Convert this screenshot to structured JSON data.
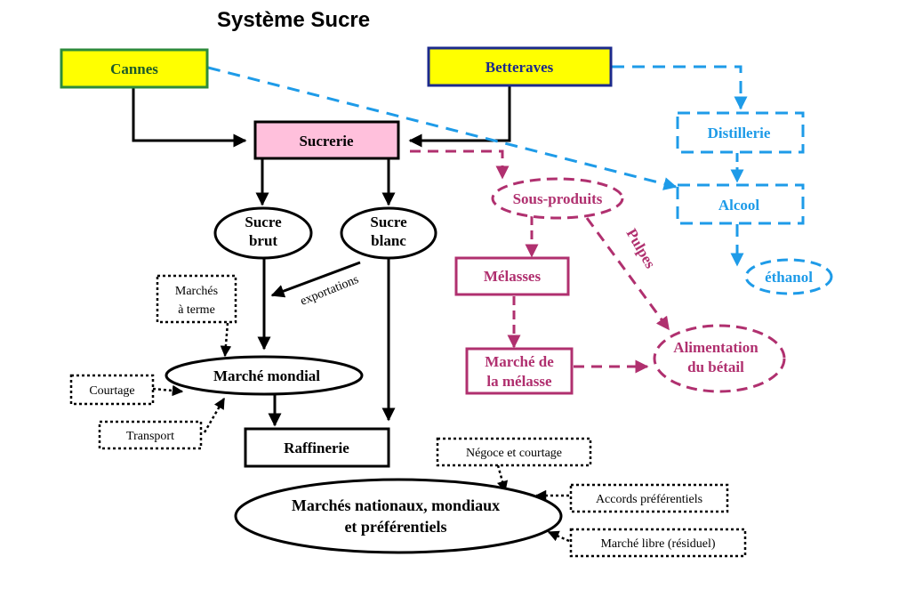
{
  "title": "Système Sucre",
  "colors": {
    "black": "#000000",
    "magenta": "#b0306f",
    "blue": "#1e9be8",
    "box_yellow": "#ffff00",
    "sucrerie_fill": "#ffc0dc",
    "cannes_border": "#2e8b3a",
    "betteraves_border": "#1c2a8c",
    "betteraves_text": "#1c2a8c",
    "cannes_text": "#1c5a2a"
  },
  "nodes": {
    "cannes": "Cannes",
    "betteraves": "Betteraves",
    "sucrerie": "Sucrerie",
    "sucre_brut": [
      "Sucre",
      "brut"
    ],
    "sucre_blanc": [
      "Sucre",
      "blanc"
    ],
    "sous_produits": "Sous-produits",
    "melasses": "Mélasses",
    "marche_melasse": [
      "Marché de",
      "la mélasse"
    ],
    "alimentation_betail": [
      "Alimentation",
      "du bétail"
    ],
    "distillerie": "Distillerie",
    "alcool": "Alcool",
    "ethanol": "éthanol",
    "marche_mondial": "Marché mondial",
    "raffinerie": "Raffinerie",
    "marches_nationaux": [
      "Marchés nationaux, mondiaux",
      "et préférentiels"
    ]
  },
  "annotations": {
    "marches_terme": [
      "Marchés",
      "à terme"
    ],
    "courtage": "Courtage",
    "transport": "Transport",
    "negoce": "Négoce et courtage",
    "accords": "Accords préférentiels",
    "marche_libre": "Marché libre (résiduel)",
    "exportations": "exportations",
    "pulpes": "Pulpes"
  }
}
